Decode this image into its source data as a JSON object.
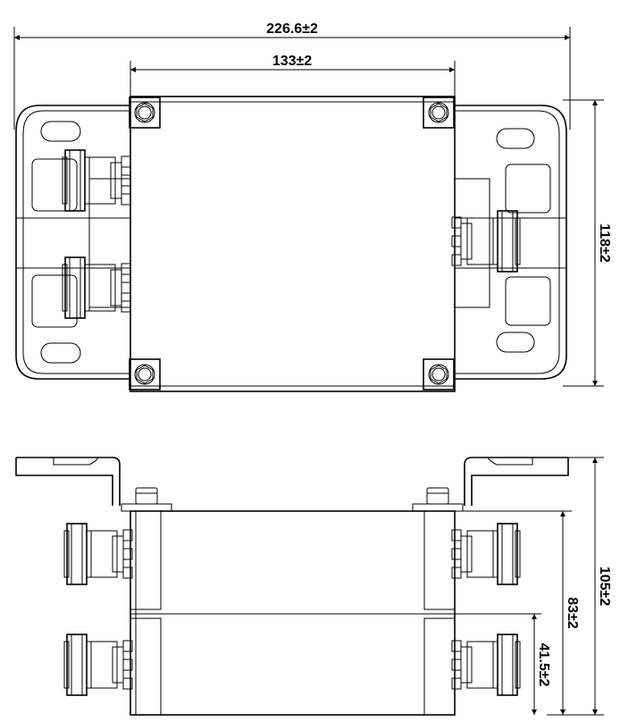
{
  "dimensions": {
    "overall_width": "226.6±2",
    "body_width": "133±2",
    "body_height": "118±2",
    "total_height": "105±2",
    "upper_height": "83±2",
    "lower_height": "41.5±2"
  }
}
